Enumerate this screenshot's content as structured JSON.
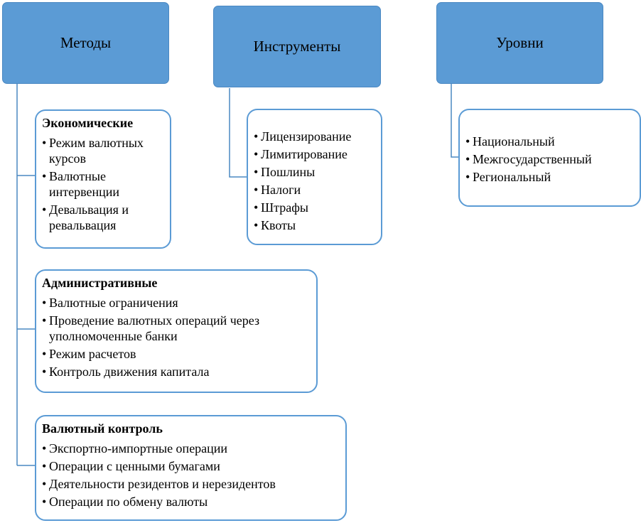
{
  "columns": [
    {
      "title": "Методы"
    },
    {
      "title": "Инструменты"
    },
    {
      "title": "Уровни"
    }
  ],
  "methods": [
    {
      "title": "Экономические",
      "items": [
        "Режим валютных курсов",
        "Валютные интервенции",
        "Девальвация и ревальвация"
      ]
    },
    {
      "title": "Административные",
      "items": [
        "Валютные ограничения",
        "Проведение валютных операций через уполномоченные банки",
        "Режим расчетов",
        "Контроль движения капитала"
      ]
    },
    {
      "title": "Валютный контроль",
      "items": [
        "Экспортно-импортные операции",
        "Операции с ценными бумагами",
        "Деятельности резидентов и нерезидентов",
        "Операции по обмену валюты"
      ]
    }
  ],
  "instruments": {
    "items": [
      "Лицензирование",
      "Лимитирование",
      "Пошлины",
      "Налоги",
      "Штрафы",
      "Квоты"
    ]
  },
  "levels": {
    "items": [
      "Национальный",
      "Межгосударственный",
      "Региональный"
    ]
  },
  "colors": {
    "header_fill": "#5b9bd5",
    "card_border": "#5b9bd5",
    "connector": "#4a88c2"
  }
}
